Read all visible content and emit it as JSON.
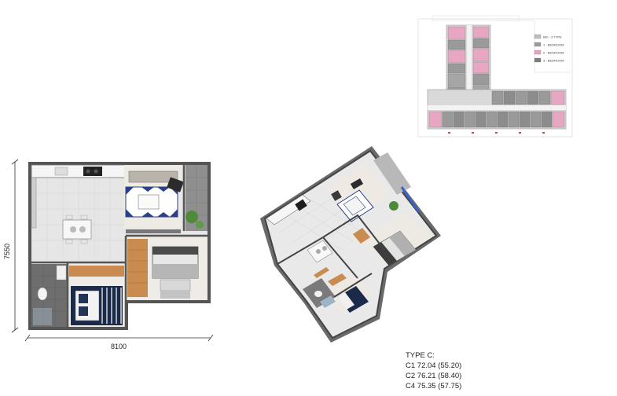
{
  "plan": {
    "width_dim": "8100",
    "height_dim": "7550"
  },
  "type_info": {
    "title": "TYPE C:",
    "units": [
      {
        "label": "C1 72.04 (55.20)"
      },
      {
        "label": "C2 76.21 (58.40)"
      },
      {
        "label": "C4 75.35 (57.75)"
      }
    ]
  },
  "key_plan": {
    "legend": [
      {
        "label": "BEI - 3 TYPE",
        "color": "#bfbfbf"
      },
      {
        "label": "1 - BEDROOM",
        "color": "#9a9a9a"
      },
      {
        "label": "2 - BEDROOM",
        "color": "#e6a3c0"
      },
      {
        "label": "3 - BEDROOM",
        "color": "#7d7d7d"
      }
    ]
  },
  "colors": {
    "wall": "#5a5a5a",
    "floor_tile": "#e9e9e9",
    "wood": "#c98b4f",
    "highlight_pink": "#e9a6c3",
    "navy": "#1c2a4a"
  }
}
